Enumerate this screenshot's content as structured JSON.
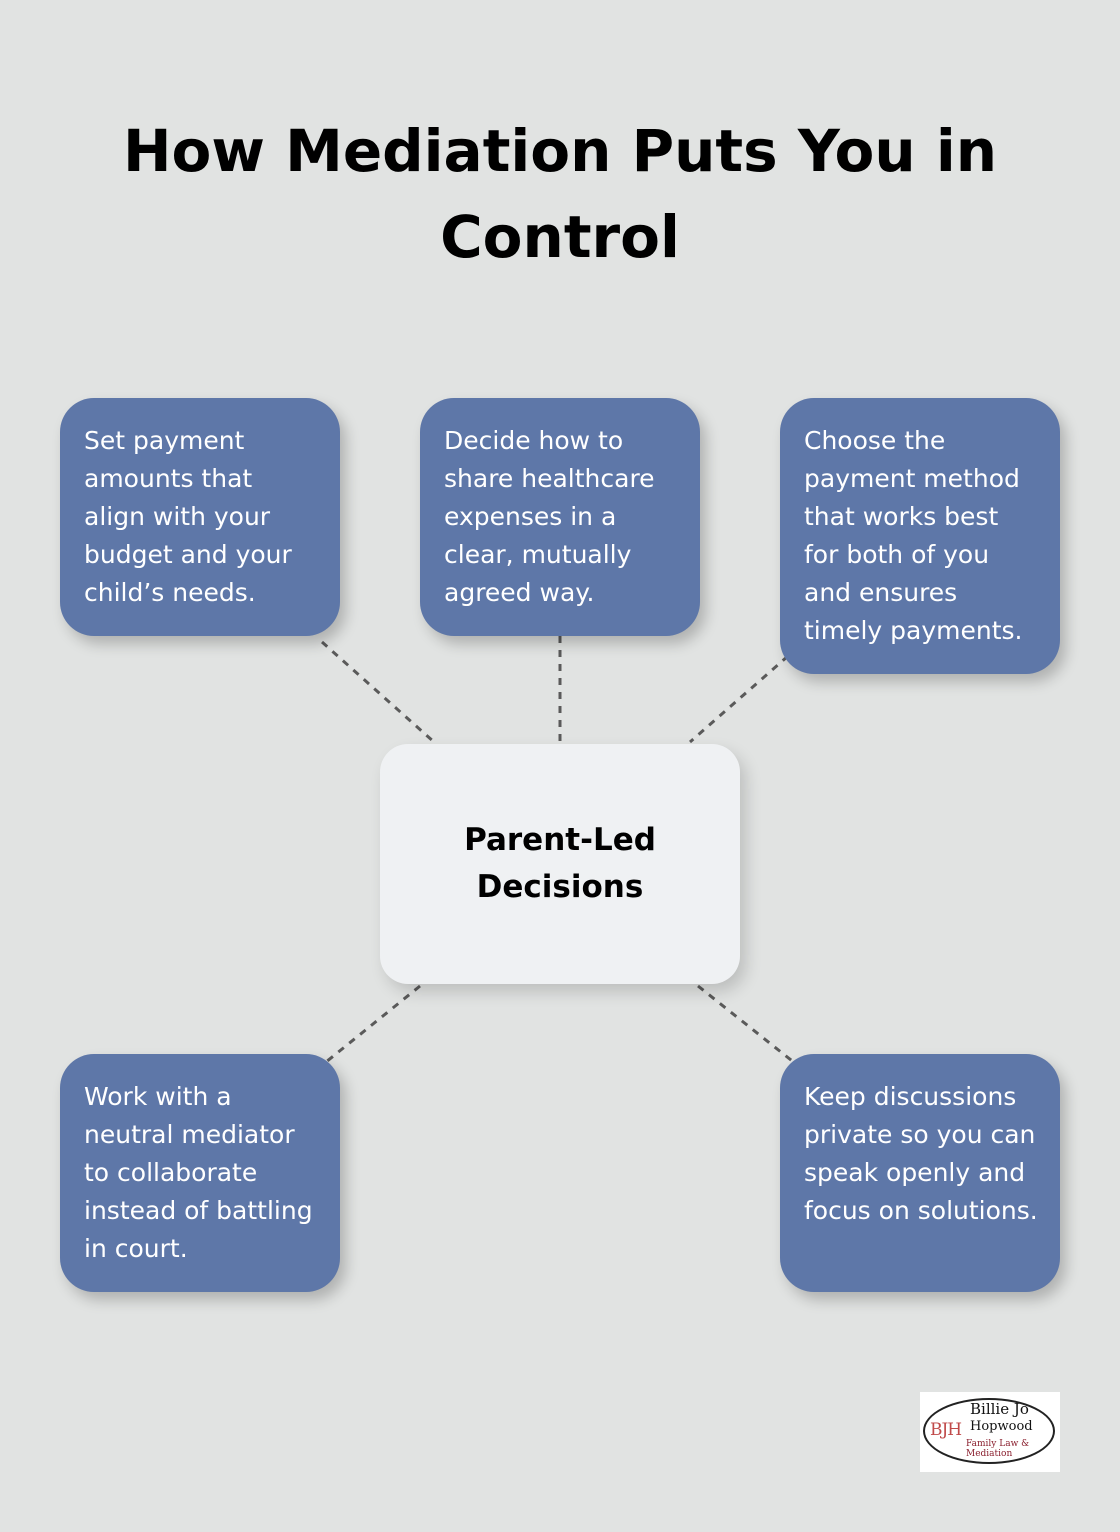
{
  "title": "How Mediation Puts You in Control",
  "center": {
    "label": "Parent-Led Decisions"
  },
  "nodes": [
    {
      "text": "Set payment amounts that align with your budget and your child’s needs."
    },
    {
      "text": "Decide how to share healthcare expenses in a clear, mutually agreed way."
    },
    {
      "text": "Choose the payment method that works best for both of you and ensures timely payments."
    },
    {
      "text": "Work with a neutral mediator to collaborate instead of battling in court."
    },
    {
      "text": "Keep discussions private so you can speak openly and focus on solutions."
    }
  ],
  "logo": {
    "mark": "BJH",
    "line1": "Billie Jo",
    "line2": "Hopwood",
    "line3": "Family Law & Mediation"
  },
  "colors": {
    "background": "#e1e3e2",
    "node_fill": "#5e77a8",
    "center_fill": "#eff1f3",
    "connector": "#5a5a5a"
  }
}
